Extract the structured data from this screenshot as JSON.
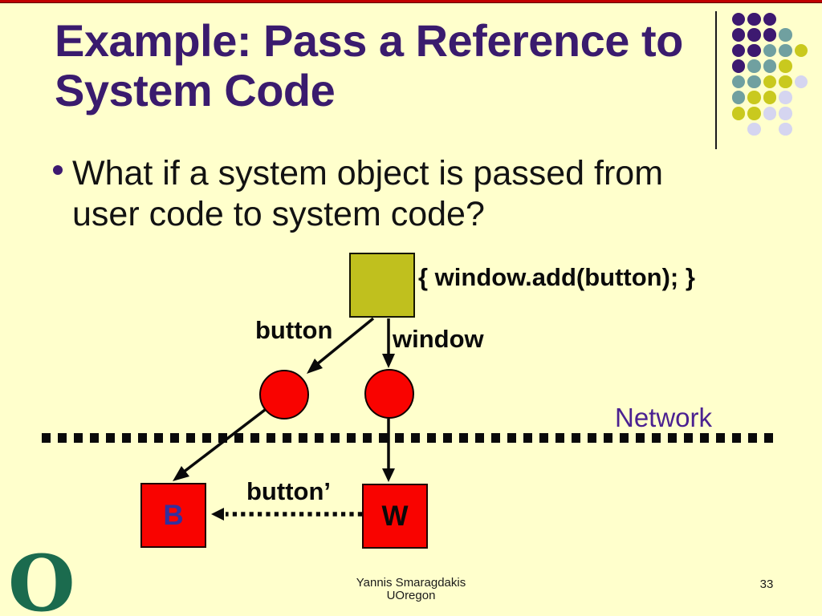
{
  "slide": {
    "title": "Example: Pass a Reference to System Code",
    "bullet_text": "What if a system object is passed from user code to system code?"
  },
  "diagram": {
    "code_snippet": "{ window.add(button); }",
    "button_label": "button",
    "window_label": "window",
    "network_label": "Network",
    "button_prime_label": "button’",
    "box_b": "B",
    "box_w": "W"
  },
  "footer": {
    "author": "Yannis Smaragdakis",
    "affiliation": "UOregon",
    "page_number": "33"
  },
  "logo_letter": "O",
  "colors": {
    "background": "#FFFFCC",
    "top_strip": "#C00000",
    "title": "#3A1B6E",
    "network_label": "#4B2191",
    "red_shape": "#F90300",
    "olive_box": "#C0C01E",
    "b_letter": "#33309E",
    "logo_green": "#1B6B4E"
  },
  "decor": {
    "dot_colors": {
      "p": "#3D1970",
      "t": "#70A0A0",
      "y": "#C9C91E",
      "l": "#D5D5F0"
    },
    "dot_grid": [
      [
        "p",
        "p",
        "p",
        null,
        null
      ],
      [
        "p",
        "p",
        "p",
        "t",
        null
      ],
      [
        "p",
        "p",
        "t",
        "t",
        "y"
      ],
      [
        "p",
        "t",
        "t",
        "y",
        null
      ],
      [
        "t",
        "t",
        "y",
        "y",
        "l"
      ],
      [
        "t",
        "y",
        "y",
        "l",
        null
      ],
      [
        "y",
        "y",
        "l",
        "l",
        null
      ],
      [
        null,
        "l",
        null,
        "l",
        null
      ]
    ]
  }
}
